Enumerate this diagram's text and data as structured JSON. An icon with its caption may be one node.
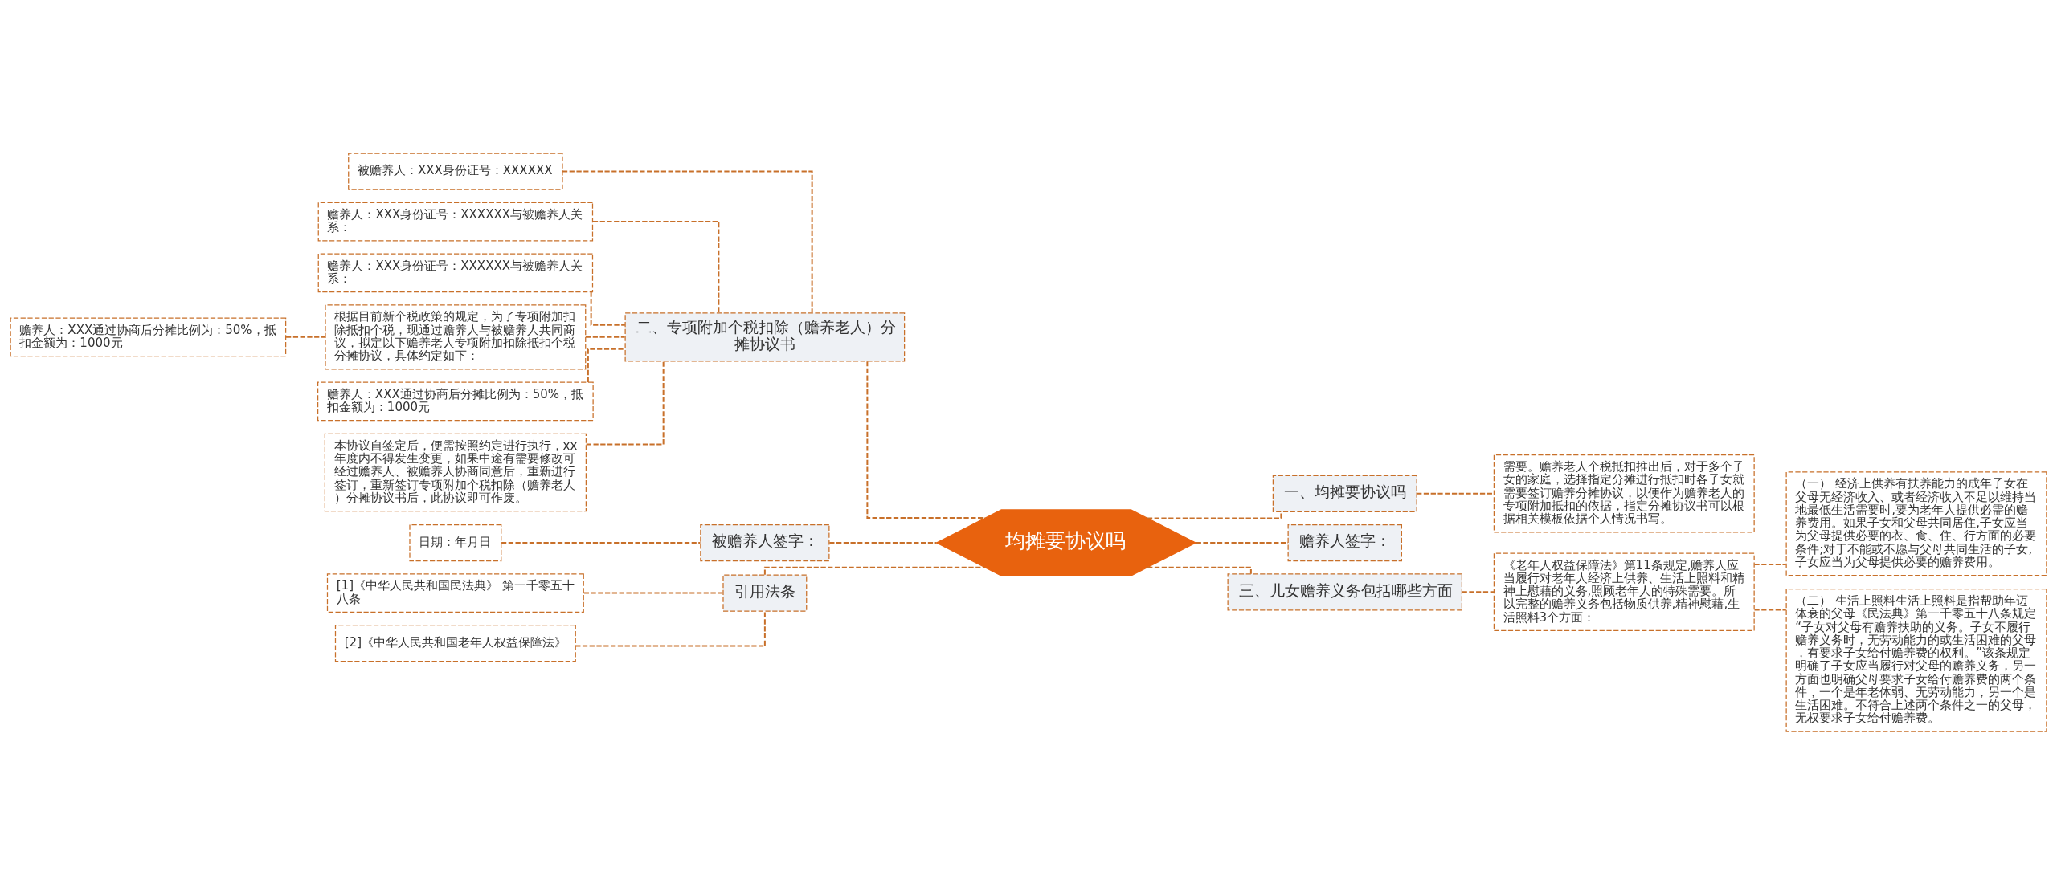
{
  "diagram": {
    "nodes": [
      {
        "text": [
          "均摊要协议吗"
        ]
      },
      {
        "text": [
          "一、均摊要协议吗"
        ]
      },
      {
        "text": [
          "需要。赡养老人个税抵扣推出后，对于多个子女的家庭，选择指定分摊进行抵扣时各子女就需要签订赡养分摊协议，以便作为赡养老人的专项附加抵扣的依据，指定分摊协议书可以根据相关模板依据个人情况书写。"
        ]
      },
      {
        "text": [
          "赡养人签字："
        ]
      },
      {
        "text": [
          "三、儿女赡养义务包括哪些方面"
        ]
      },
      {
        "text": [
          "《老年人权益保障法》第11条规定,赡养人应当履行对老年人经济上供养、生活上照料和精神上慰藉的义务,照顾老年人的特殊需要。所以完整的赡养义务包括物质供养,精神慰藉,生活照料3个方面："
        ]
      },
      {
        "text": [
          "（一） 经济上供养有扶养能力的成年子女在父母无经济收入、或者经济收入不足以维持当地最低生活需要时,要为老年人提供必需的赡养费用。如果子女和父母共同居住,子女应当为父母提供必要的衣、食、住、行方面的必要条件;对于不能或不愿与父母共同生活的子女,子女应当为父母提供必要的赡养费用。"
        ]
      },
      {
        "text": [
          "（二） 生活上照料生活上照料是指帮助年迈体衰的父母《民法典》第一千零五十八条规定“子女对父母有赡养扶助的义务。子女不履行赡养义务时，无劳动能力的或生活困难的父母，有要求子女给付赡养费的权利。”该条规定明确了子女应当履行对父母的赡养义务，另一方面也明确父母要求子女给付赡养费的两个条件，一个是年老体弱、无劳动能力，另一个是生活困难。不符合上述两个条件之一的父母，无权要求子女给付赡养费。"
        ]
      },
      {
        "text": [
          "二、专项附加个税扣除（赡养老人）分摊协议书"
        ]
      },
      {
        "text": [
          "被赡养人：XXX身份证号：XXXXXX"
        ]
      },
      {
        "text": [
          "赡养人：XXX身份证号：XXXXXX与被赡养人关系："
        ]
      },
      {
        "text": [
          "赡养人：XXX身份证号：XXXXXX与被赡养人关系："
        ]
      },
      {
        "text": [
          "根据目前新个税政策的规定，为了专项附加扣除抵扣个税，现通过赡养人与被赡养人共同商议，拟定以下赡养老人专项附加扣除抵扣个税分摊协议，具体约定如下："
        ]
      },
      {
        "text": [
          "赡养人：XXX通过协商后分摊比例为：50%，抵扣金额为：1000元"
        ]
      },
      {
        "text": [
          "赡养人：XXX通过协商后分摊比例为：50%，抵扣金额为：1000元"
        ]
      },
      {
        "text": [
          "本协议自签定后，便需按照约定进行执行，xx年度内不得发生变更，如果中途有需要修改可经过赡养人、被赡养人协商同意后，重新进行签订，重新签订专项附加个税扣除（赡养老人）分摊协议书后，此协议即可作废。"
        ]
      },
      {
        "text": [
          "被赡养人签字："
        ]
      },
      {
        "text": [
          "日期：年月日"
        ]
      },
      {
        "text": [
          "引用法条"
        ]
      },
      {
        "text": [
          "[1]《中华人民共和国民法典》 第一千零五十八条"
        ]
      },
      {
        "text": [
          "[2]《中华人民共和国老年人权益保障法》"
        ]
      }
    ],
    "edges": [
      {
        "from": 0,
        "to": 1,
        "arrow": "none",
        "style": "dashed"
      },
      {
        "from": 1,
        "to": 2,
        "arrow": "none",
        "style": "dashed"
      },
      {
        "from": 0,
        "to": 3,
        "arrow": "none",
        "style": "dashed"
      },
      {
        "from": 0,
        "to": 4,
        "arrow": "none",
        "style": "dashed"
      },
      {
        "from": 4,
        "to": 5,
        "arrow": "none",
        "style": "dashed"
      },
      {
        "from": 5,
        "to": 6,
        "arrow": "none",
        "style": "dashed"
      },
      {
        "from": 5,
        "to": 7,
        "arrow": "none",
        "style": "dashed"
      },
      {
        "from": 8,
        "to": 0,
        "arrow": "none",
        "style": "dashed"
      },
      {
        "from": 9,
        "to": 8,
        "arrow": "none",
        "style": "dashed"
      },
      {
        "from": 10,
        "to": 8,
        "arrow": "none",
        "style": "dashed"
      },
      {
        "from": 11,
        "to": 8,
        "arrow": "none",
        "style": "dashed"
      },
      {
        "from": 12,
        "to": 8,
        "arrow": "none",
        "style": "dashed"
      },
      {
        "from": 13,
        "to": 12,
        "arrow": "none",
        "style": "dashed"
      },
      {
        "from": 14,
        "to": 8,
        "arrow": "none",
        "style": "dashed"
      },
      {
        "from": 15,
        "to": 8,
        "arrow": "none",
        "style": "dashed"
      },
      {
        "from": 16,
        "to": 0,
        "arrow": "none",
        "style": "dashed"
      },
      {
        "from": 17,
        "to": 16,
        "arrow": "none",
        "style": "dashed"
      },
      {
        "from": 18,
        "to": 0,
        "arrow": "none",
        "style": "dashed"
      },
      {
        "from": 19,
        "to": 18,
        "arrow": "none",
        "style": "dashed"
      },
      {
        "from": 20,
        "to": 18,
        "arrow": "none",
        "style": "dashed"
      }
    ]
  }
}
